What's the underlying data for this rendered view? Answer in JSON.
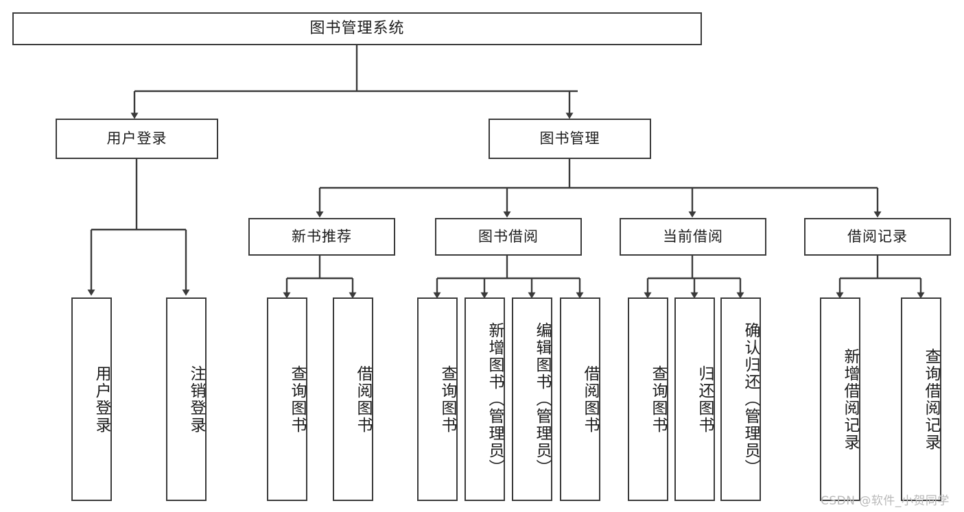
{
  "diagram": {
    "title": "图书管理系统",
    "type": "hierarchy-tree",
    "levels": 4,
    "root": {
      "label": "图书管理系统"
    },
    "level2": [
      {
        "label": "用户登录"
      },
      {
        "label": "图书管理"
      }
    ],
    "level3": [
      {
        "label": "新书推荐",
        "parent": "图书管理"
      },
      {
        "label": "图书借阅",
        "parent": "图书管理"
      },
      {
        "label": "当前借阅",
        "parent": "图书管理"
      },
      {
        "label": "借阅记录",
        "parent": "图书管理"
      }
    ],
    "leaves": [
      {
        "label": "用户登录",
        "parent": "用户登录",
        "align": "middle"
      },
      {
        "label": "注销登录",
        "parent": "用户登录",
        "align": "middle"
      },
      {
        "label": "查询图书",
        "parent": "新书推荐",
        "align": "middle"
      },
      {
        "label": "借阅图书",
        "parent": "新书推荐",
        "align": "middle"
      },
      {
        "label": "查询图书",
        "parent": "图书借阅",
        "align": "middle"
      },
      {
        "label": "新增图书（管理员）",
        "parent": "图书借阅",
        "align": "top"
      },
      {
        "label": "编辑图书（管理员）",
        "parent": "图书借阅",
        "align": "top"
      },
      {
        "label": "借阅图书",
        "parent": "图书借阅",
        "align": "middle"
      },
      {
        "label": "查询图书",
        "parent": "当前借阅",
        "align": "middle"
      },
      {
        "label": "归还图书",
        "parent": "当前借阅",
        "align": "middle"
      },
      {
        "label": "确认归还（管理员）",
        "parent": "当前借阅",
        "align": "top"
      },
      {
        "label": "新增借阅记录",
        "parent": "借阅记录",
        "align": "middle"
      },
      {
        "label": "查询借阅记录",
        "parent": "借阅记录",
        "align": "middle"
      }
    ]
  },
  "watermark": {
    "text": "CSDN @软件_小贺同学"
  },
  "colors": {
    "stroke": "#3a3a3a",
    "background": "#ffffff",
    "text": "#1b1b1b",
    "watermark": "#b9b9b9"
  }
}
